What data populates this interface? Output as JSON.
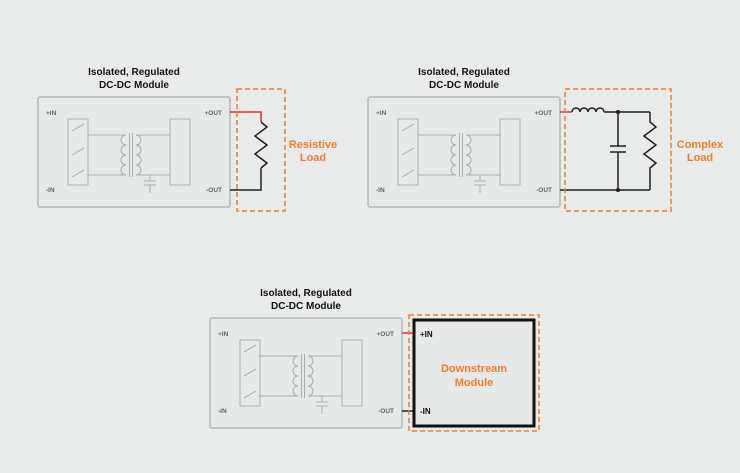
{
  "colors": {
    "background": "#e9ebea",
    "module_fill": "#e6e9e8",
    "module_border": "#b4b8b7",
    "schematic_gray": "#a9aeae",
    "wire_positive": "#e0342f",
    "wire_negative": "#1f1f1f",
    "accent_orange": "#ed7d31",
    "title_text": "#111111",
    "pin_text": "#5f6463"
  },
  "module": {
    "title_line1": "Isolated, Regulated",
    "title_line2": "DC-DC Module",
    "pins": {
      "in_pos": "+IN",
      "in_neg": "-IN",
      "out_pos": "+OUT",
      "out_neg": "-OUT"
    }
  },
  "diagrams": {
    "resistive": {
      "label_line1": "Resistive",
      "label_line2": "Load"
    },
    "complex": {
      "label_line1": "Complex",
      "label_line2": "Load"
    },
    "downstream": {
      "label_line1": "Downstream",
      "label_line2": "Module",
      "pin_in_pos": "+IN",
      "pin_in_neg": "-IN"
    }
  }
}
